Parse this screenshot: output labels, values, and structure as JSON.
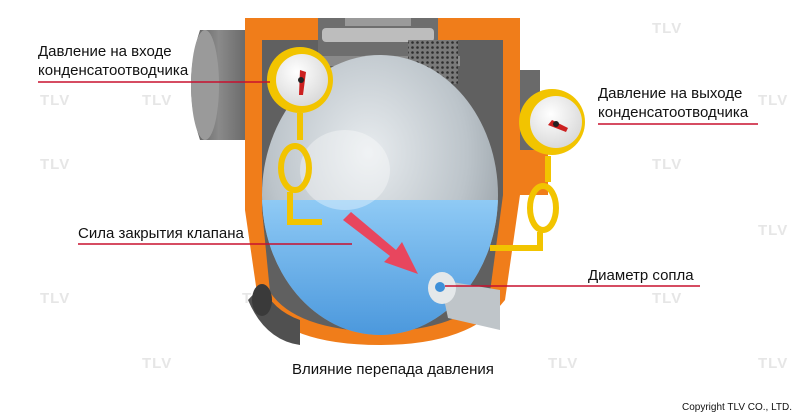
{
  "labels": {
    "inlet_pressure": [
      "Давление на входе",
      "конденсатоотводчика"
    ],
    "outlet_pressure": [
      "Давление на выходе",
      "конденсатоотводчика"
    ],
    "closing_force": "Сила закрытия клапана",
    "orifice_diameter": "Диаметр сопла"
  },
  "caption": "Влияние перепада давления",
  "copyright": "Copyright TLV CO., LTD.",
  "watermark": "TLV",
  "colors": {
    "body_orange": "#f07d1a",
    "body_gray": "#6e6e6e",
    "gauge_yellow": "#f2c400",
    "water_blue": "#6fb8ef",
    "arrow_pink": "#e8465e",
    "leader_red": "#c8102e"
  }
}
